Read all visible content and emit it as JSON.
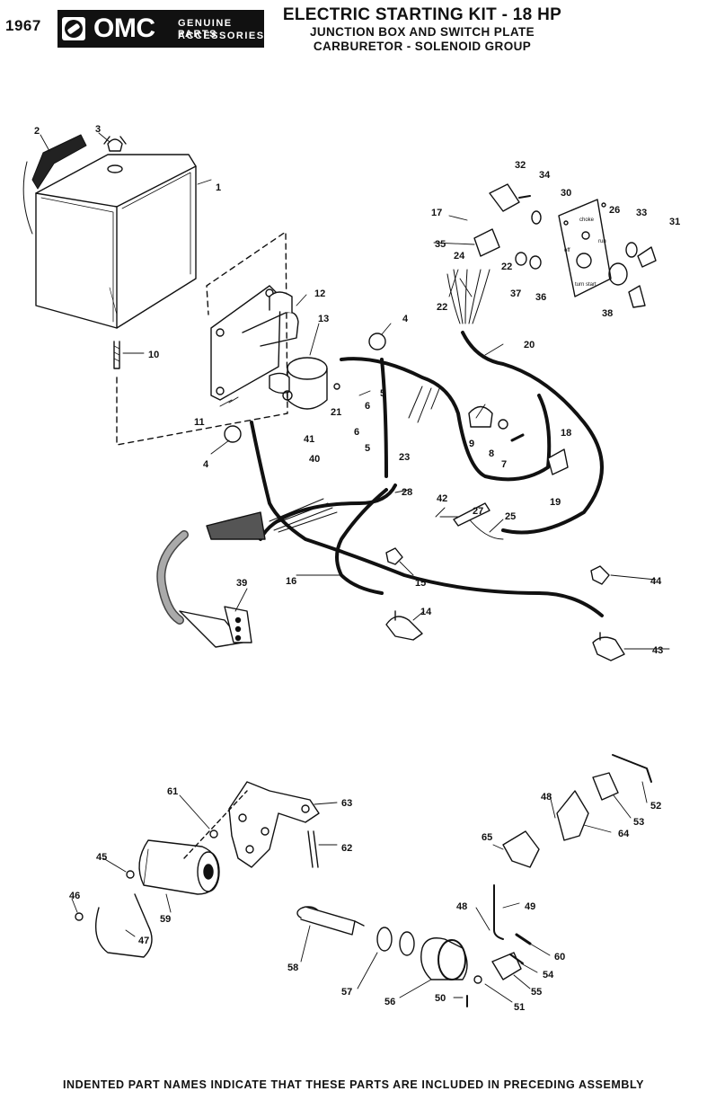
{
  "header": {
    "year": "1967",
    "brand": "OMC",
    "brand_sub_line1": "GENUINE PARTS",
    "brand_sub_line2": "ACCESSORIES",
    "title_line1": "ELECTRIC STARTING KIT - 18 HP",
    "title_line2": "JUNCTION BOX AND SWITCH PLATE",
    "title_line3": "CARBURETOR - SOLENOID GROUP"
  },
  "part_numbers": {
    "p1": "1",
    "p2": "2",
    "p3": "3",
    "p4a": "4",
    "p4b": "4",
    "p5a": "5",
    "p5b": "5",
    "p6a": "6",
    "p6b": "6",
    "p7": "7",
    "p8": "8",
    "p9": "9",
    "p10": "10",
    "p11": "11",
    "p12": "12",
    "p13": "13",
    "p14": "14",
    "p15": "15",
    "p16": "16",
    "p17": "17",
    "p18": "18",
    "p19": "19",
    "p20": "20",
    "p21": "21",
    "p22a": "22",
    "p22b": "22",
    "p23": "23",
    "p24": "24",
    "p25": "25",
    "p26": "26",
    "p27": "27",
    "p28": "28",
    "p30": "30",
    "p31": "31",
    "p32": "32",
    "p33": "33",
    "p34": "34",
    "p35": "35",
    "p36": "36",
    "p37": "37",
    "p38": "38",
    "p39": "39",
    "p40": "40",
    "p41": "41",
    "p42": "42",
    "p43": "43",
    "p44": "44",
    "p45": "45",
    "p46": "46",
    "p47": "47",
    "p48a": "48",
    "p48b": "48",
    "p49": "49",
    "p50": "50",
    "p51": "51",
    "p52": "52",
    "p53": "53",
    "p54": "54",
    "p55": "55",
    "p56": "56",
    "p57": "57",
    "p58": "58",
    "p59": "59",
    "p60": "60",
    "p61": "61",
    "p62": "62",
    "p63": "63",
    "p64": "64",
    "p65": "65"
  },
  "plate_text": {
    "choke": "choke",
    "off": "off",
    "run": "run",
    "turn_start": "turn start"
  },
  "footer": "INDENTED PART NAMES INDICATE THAT THESE PARTS ARE INCLUDED IN PRECEDING ASSEMBLY"
}
